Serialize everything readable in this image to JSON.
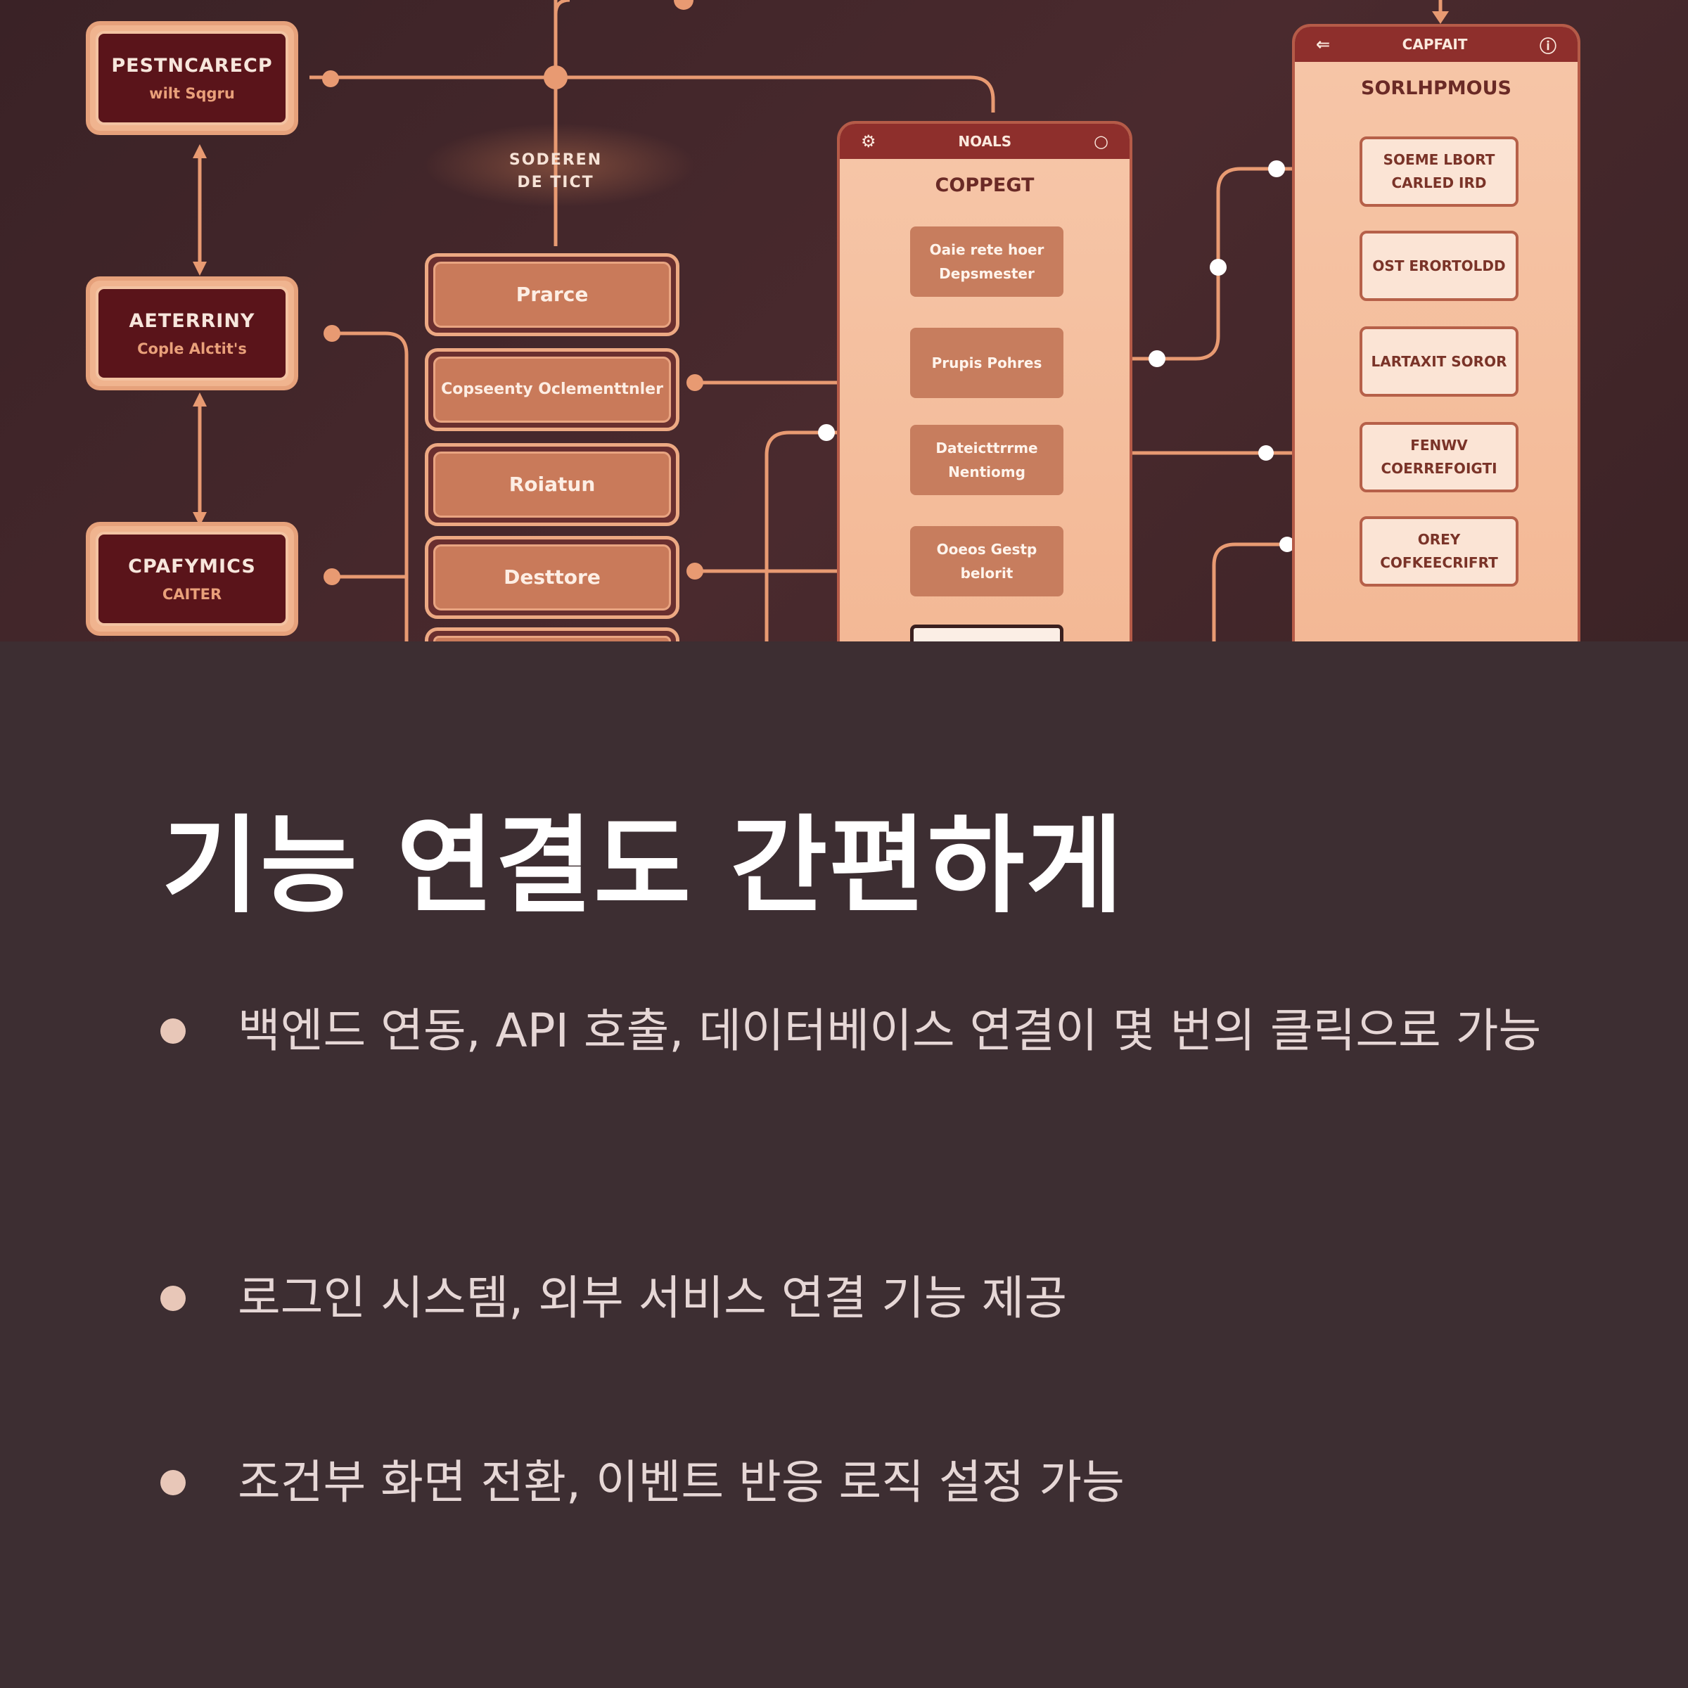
{
  "diagram": {
    "left_nodes": [
      {
        "title": "PESTNCARECP",
        "subtitle": "wilt Sqgru"
      },
      {
        "title": "AETERRINY",
        "subtitle": "Cople Alctit's"
      },
      {
        "title": "CPAFYMICS",
        "subtitle": "CAITER"
      }
    ],
    "glow_label": [
      "SODEREN",
      "DE TICT"
    ],
    "process_nodes": [
      "Prarce",
      "Copseenty Oclementtnler",
      "Roiatun",
      "Desttore"
    ],
    "phone_left": {
      "header": "NOALS",
      "header_left_icon": "settings-icon",
      "header_right_icon": "circle-icon",
      "title": "COPPEGT",
      "buttons": [
        "Oaie rete hoer Depsmester",
        "Prupis Pohres",
        "Dateicttrrme Nentiomg",
        "Ooeos Gestp belorit"
      ]
    },
    "phone_right": {
      "header": "CAPFAIT",
      "header_left_icon": "back-arrow-icon",
      "header_right_icon": "info-icon",
      "title": "SORLHPMOUS",
      "buttons": [
        "SOEME LBORT CARLED IRD",
        "OST ERORTOLDD",
        "LARTAXIT SOROR",
        "FENWV COERREFOIGTI",
        "OREY COFKEECRIFRT"
      ]
    },
    "colors": {
      "line": "#e89a72",
      "node_dark": "#5a141a",
      "accent": "#c97a5a"
    }
  },
  "content": {
    "heading": "기능 연결도 간편하게",
    "bullets": [
      "백엔드 연동, API 호출, 데이터베이스 연결이 몇 번의 클릭으로 가능",
      "로그인 시스템, 외부 서비스 연결 기능 제공",
      "조건부 화면 전환, 이벤트 반응 로직 설정 가능"
    ],
    "colors": {
      "background": "#3d2e32",
      "heading": "#ffffff",
      "text": "#e6d7d6",
      "bullet": "#e8c7b8"
    }
  }
}
